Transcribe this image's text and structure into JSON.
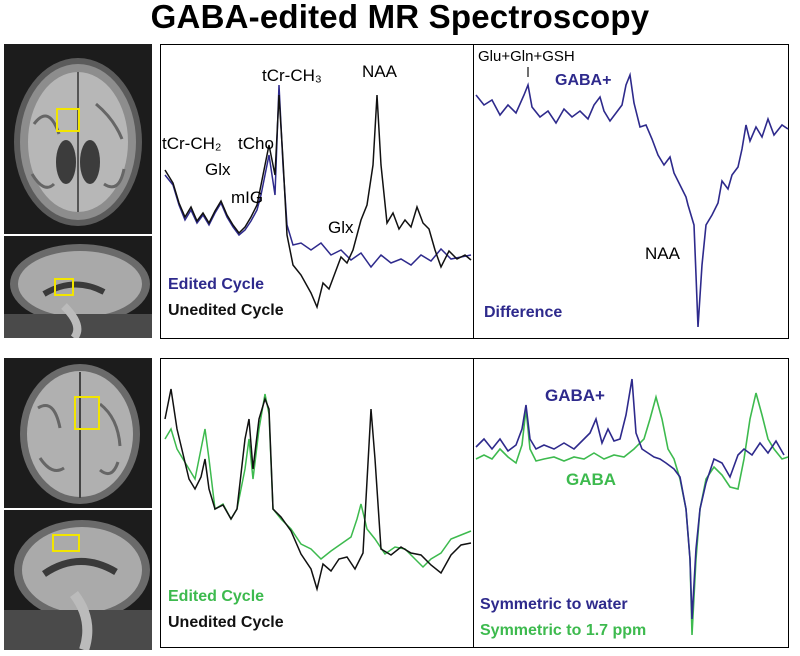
{
  "title": "GABA-edited MR Spectroscopy",
  "colors": {
    "blue": "#2e2a8c",
    "black": "#111111",
    "green": "#3dba4e",
    "roi": "#f2e500"
  },
  "top": {
    "peak_labels": {
      "tcr_ch2": "tCr-CH₂",
      "glx_left": "Glx",
      "mig": "mIG",
      "tcho": "tCho",
      "tcr_ch3": "tCr-CH₃",
      "naa": "NAA",
      "glx_mid": "Glx"
    },
    "legend_edited": "Edited Cycle",
    "legend_unedited": "Unedited Cycle",
    "diff_glu": "Glu+Gln+GSH",
    "diff_gaba": "GABA+",
    "diff_naa": "NAA",
    "diff_label": "Difference"
  },
  "bottom": {
    "legend_edited": "Edited Cycle",
    "legend_unedited": "Unedited Cycle",
    "gaba_plus": "GABA+",
    "gaba": "GABA",
    "sym_water": "Symmetric to water",
    "sym_17": "Symmetric to 1.7 ppm"
  }
}
